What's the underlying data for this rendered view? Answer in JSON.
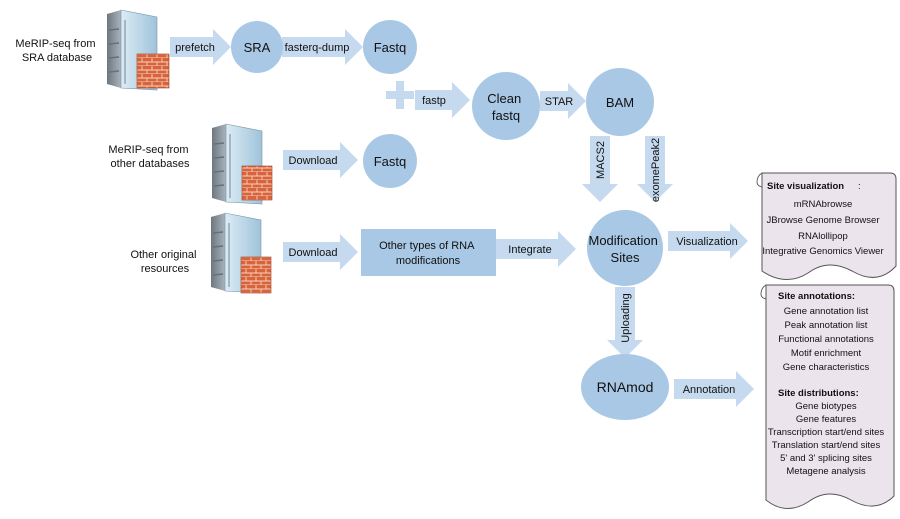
{
  "sources": {
    "sra": [
      "MeRIP-seq from",
      "SRA database"
    ],
    "other_db": [
      "MeRIP-seq from",
      "other databases"
    ],
    "other_orig": [
      "Other original",
      "resources"
    ]
  },
  "nodes": {
    "sra": "SRA",
    "fastq": "Fastq",
    "clean_fastq": [
      "Clean",
      "fastq"
    ],
    "bam": "BAM",
    "modification_sites": [
      "Modification",
      "Sites"
    ],
    "rnamod": "RNAmod",
    "other_types": [
      "Other types of RNA",
      "modifications"
    ]
  },
  "arrows": {
    "prefetch": "prefetch",
    "fasterq_dump": "fasterq-dump",
    "fastp": "fastp",
    "star": "STAR",
    "download": "Download",
    "integrate": "Integrate",
    "macs2": "MACS2",
    "exomepeak2": "exomePeak2",
    "visualization": "Visualization",
    "uploading": "Uploading",
    "annotation": "Annotation"
  },
  "visualization_panel": {
    "title": "Site visualization",
    "colon": ":",
    "items": [
      "mRNAbrowse",
      "JBrowse Genome Browser",
      "RNAlollipop",
      "Integrative Genomics Viewer"
    ]
  },
  "annotation_panel": {
    "annotations_title": "Site annotations:",
    "annotations": [
      "Gene annotation list",
      "Peak annotation list",
      "Functional annotations",
      "Motif enrichment",
      "Gene characteristics"
    ],
    "distributions_title": "Site distributions:",
    "distributions": [
      "Gene biotypes",
      "Gene features",
      "Transcription start/end sites",
      "Translation start/end sites",
      "5' and 3' splicing sites",
      "Metagene analysis"
    ]
  },
  "colors": {
    "circle": "#a8c8e6",
    "arrow": "#c5daee",
    "panel_fill": "#ece4ec",
    "panel_stroke": "#555555",
    "server_front": "#b9d7e8",
    "server_side": "#7f8c96",
    "brick": "#d9643c"
  }
}
